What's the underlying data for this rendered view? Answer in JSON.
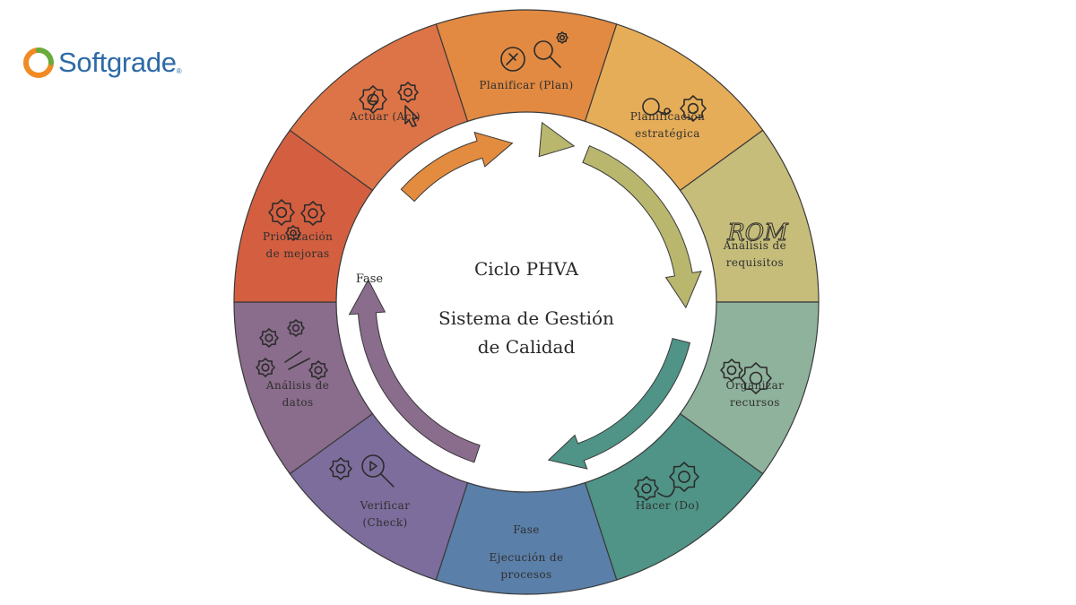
{
  "logo": {
    "name": "Softgrade",
    "registered": "®",
    "colors": {
      "orange": "#f08a24",
      "green": "#6aaa3c",
      "blue": "#2d6aa6"
    }
  },
  "center": {
    "title": "Ciclo PHVA",
    "subtitle_line1": "Sistema de Gestión",
    "subtitle_line2": "de Calidad",
    "fase_label": "Fase"
  },
  "segments": [
    {
      "id": "planificar",
      "lines": [
        "Planificar (Plan)"
      ],
      "color": "#e28a42",
      "icon": "plan-tools-icon"
    },
    {
      "id": "planificacion",
      "lines": [
        "Planificación",
        "estratégica"
      ],
      "color": "#e6ad58",
      "icon": "strategy-gear-icon"
    },
    {
      "id": "analisis-requisitos",
      "lines": [
        "Análisis de",
        "requisitos"
      ],
      "color": "#c6bd7b",
      "icon": "rom-icon",
      "icon_text": "ROM"
    },
    {
      "id": "organizar",
      "lines": [
        "Organizar",
        "recursos"
      ],
      "color": "#8fb29c",
      "icon": "gears-icon"
    },
    {
      "id": "hacer",
      "lines": [
        "Hacer (Do)"
      ],
      "color": "#4f9486",
      "icon": "connected-gears-icon"
    },
    {
      "id": "ejecucion",
      "lines": [
        "Fase",
        "Ejecución de",
        "procesos"
      ],
      "color": "#5a7fa9",
      "icon": "none"
    },
    {
      "id": "verificar",
      "lines": [
        "Verificar",
        "(Check)"
      ],
      "color": "#7d6d9c",
      "icon": "gear-magnifier-icon"
    },
    {
      "id": "analisis-datos",
      "lines": [
        "Análisis de",
        "datos"
      ],
      "color": "#8a6c8c",
      "icon": "data-gears-icon"
    },
    {
      "id": "priorizacion",
      "lines": [
        "Priorización",
        "de mejoras"
      ],
      "color": "#d35f40",
      "icon": "three-gears-icon"
    },
    {
      "id": "actuar",
      "lines": [
        "Actuar (Act)"
      ],
      "color": "#dd7447",
      "icon": "act-gears-icon"
    }
  ],
  "arrows": {
    "orange": "#e38b3e",
    "olive": "#b9b76e",
    "teal": "#4f9486",
    "purple": "#8a6c8c"
  }
}
